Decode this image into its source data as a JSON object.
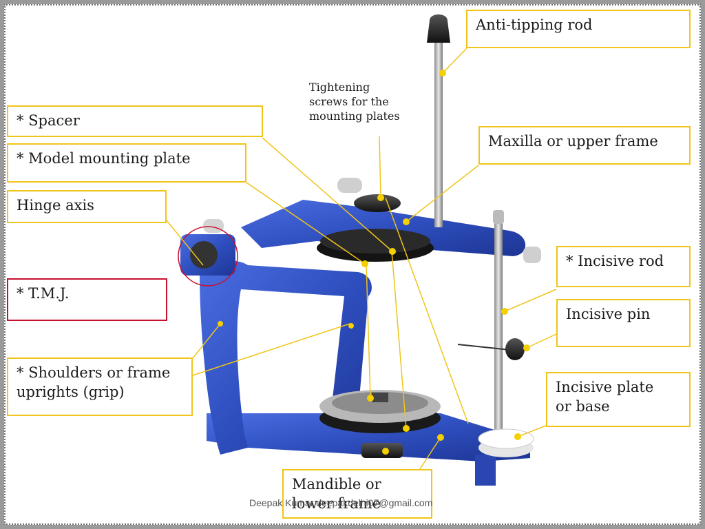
{
  "labels": {
    "anti_tipping_rod": "Anti-tipping rod",
    "tightening_screws": "Tightening\nscrews  for the\nmounting plates",
    "spacer": "* Spacer",
    "maxilla": "Maxilla  or upper frame",
    "model_mounting_plate": "* Model mounting plate",
    "hinge_axis": "Hinge axis",
    "incisive_rod": "* Incisive rod",
    "tmj": "* T.M.J.",
    "incisive_pin": "Incisive pin",
    "shoulders": "* Shoulders or frame\nuprights (grip)",
    "incisive_plate": "Incisive plate\nor base",
    "mandible": "Mandible or\nlower frame"
  },
  "footer": "Deepak Kumar  deepakdelhi07@gmail.com",
  "colors": {
    "label_border": "#f0c419",
    "tmj_border": "#c8102e",
    "articulator_blue": "#2e4fc0",
    "leader_line": "#f0c419"
  }
}
